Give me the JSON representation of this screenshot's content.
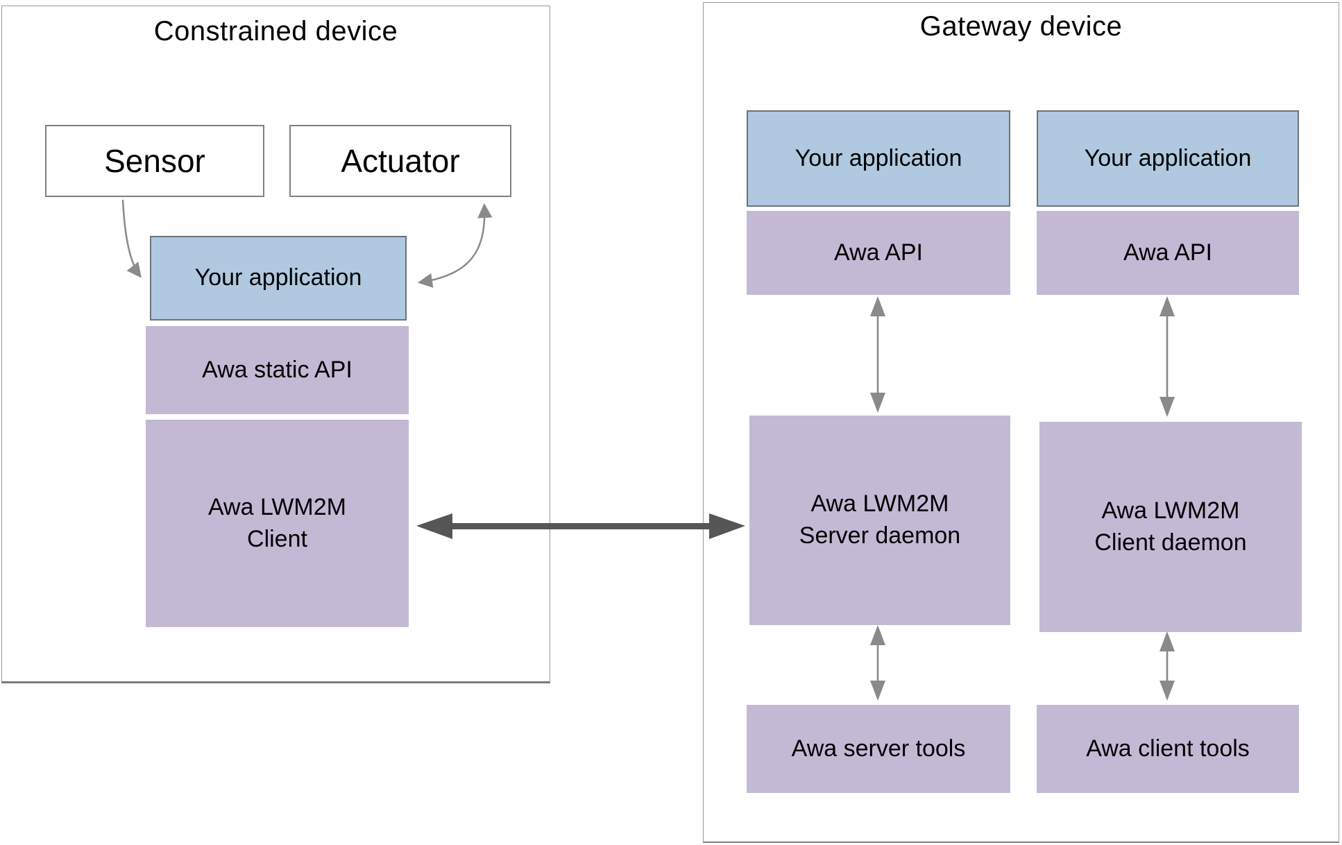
{
  "diagram": {
    "left_panel": {
      "title": "Constrained device",
      "sensor_label": "Sensor",
      "actuator_label": "Actuator",
      "app_label": "Your application",
      "static_api_label": "Awa static API",
      "client_label": "Awa LWM2M\nClient"
    },
    "right_panel": {
      "title": "Gateway device",
      "col1": {
        "app_label": "Your application",
        "api_label": "Awa API",
        "daemon_label": "Awa LWM2M\nServer daemon",
        "tools_label": "Awa server tools"
      },
      "col2": {
        "app_label": "Your application",
        "api_label": "Awa API",
        "daemon_label": "Awa LWM2M\nClient daemon",
        "tools_label": "Awa client tools"
      }
    },
    "colors": {
      "app_box_fill": "#b0c9e0",
      "awa_box_fill": "#c3b9d5",
      "device_link_arrow": "#565656",
      "flow_arrow": "#8a8a8a",
      "panel_border": "#9a9a9a"
    }
  }
}
